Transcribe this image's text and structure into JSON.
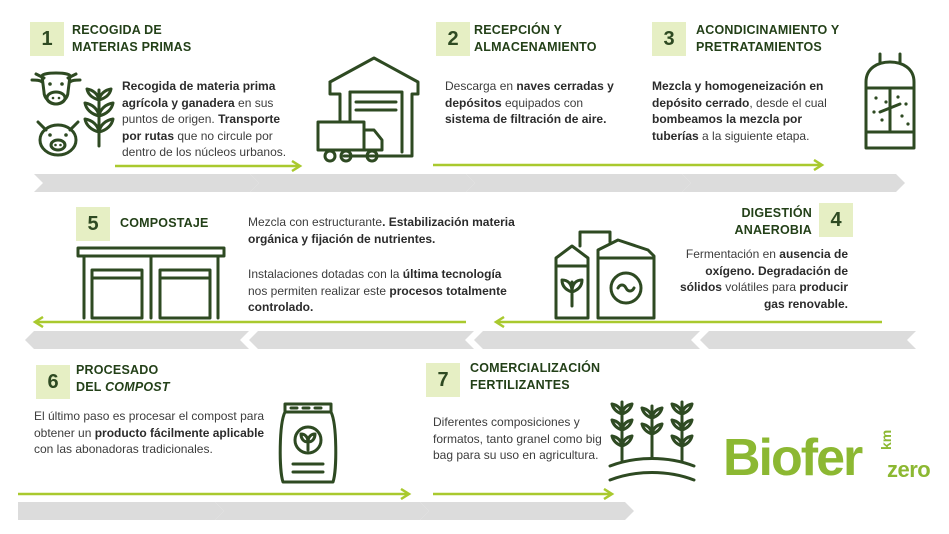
{
  "steps": [
    {
      "number": "1",
      "title_line1": "RECOGIDA DE",
      "title_line2": "MATERIAS PRIMAS",
      "desc": [
        [
          "Recogida de materia prima agrícola y ganadera",
          true
        ],
        [
          " en sus puntos de origen. ",
          false
        ],
        [
          "Transporte por rutas",
          true
        ],
        [
          " que no circule por dentro de los núcleos urbanos.",
          false
        ]
      ]
    },
    {
      "number": "2",
      "title_line1": "RECEPCIÓN Y",
      "title_line2": "ALMACENAMIENTO",
      "desc": [
        [
          "Descarga en ",
          false
        ],
        [
          "naves cerradas y depósitos",
          true
        ],
        [
          " equipados con ",
          false
        ],
        [
          "sistema de filtración de aire.",
          true
        ]
      ]
    },
    {
      "number": "3",
      "title_line1": "ACONDICINAMIENTO Y",
      "title_line2": "PRETRATAMIENTOS",
      "desc": [
        [
          "Mezcla y homogeneización en depósito cerrado",
          true
        ],
        [
          ", desde el cual ",
          false
        ],
        [
          "bombeamos la mezcla por tuberías",
          true
        ],
        [
          " a la siguiente etapa.",
          false
        ]
      ]
    },
    {
      "number": "4",
      "title_line1": "DIGESTIÓN",
      "title_line2": "ANAEROBIA",
      "desc": [
        [
          "Fermentación en ",
          false
        ],
        [
          "ausencia de oxígeno. Degradación de sólidos",
          true
        ],
        [
          " volátiles para ",
          false
        ],
        [
          "producir gas renovable.",
          true
        ]
      ]
    },
    {
      "number": "5",
      "title_line1": "COMPOSTAJE",
      "title_line2": "",
      "desc": [
        [
          "Mezcla con estructurante",
          false
        ],
        [
          ".",
          true
        ],
        [
          " ",
          false
        ],
        [
          "Estabilización materia orgánica y fijación de nutrientes.",
          true
        ]
      ],
      "desc2": [
        [
          "Instalaciones dotadas con la ",
          false
        ],
        [
          "última tecnología",
          true
        ],
        [
          " nos permiten realizar este ",
          false
        ],
        [
          "procesos totalmente controlado.",
          true
        ]
      ]
    },
    {
      "number": "6",
      "title_line1": "PROCESADO",
      "title_line2": "DEL ",
      "title_italic": "COMPOST",
      "desc": [
        [
          "El último paso es procesar el compost para obtener un ",
          false
        ],
        [
          "producto fácilmente aplicable",
          true
        ],
        [
          " con las abonadoras tradicionales.",
          false
        ]
      ]
    },
    {
      "number": "7",
      "title_line1": "COMERCIALIZACIÓN",
      "title_line2": "FERTILIZANTES",
      "desc": [
        [
          "Diferentes composiciones y formatos, tanto granel como big bag para su uso en agricultura.",
          false
        ]
      ]
    }
  ],
  "logo": {
    "main": "Biofer",
    "km": "km",
    "zero": "zero"
  },
  "colors": {
    "accent": "#a9c92e",
    "dark_green": "#2e4a22",
    "badge_bg": "#e6efc4",
    "band_grey": "#dcdcdc",
    "logo_green": "#8cb832"
  }
}
